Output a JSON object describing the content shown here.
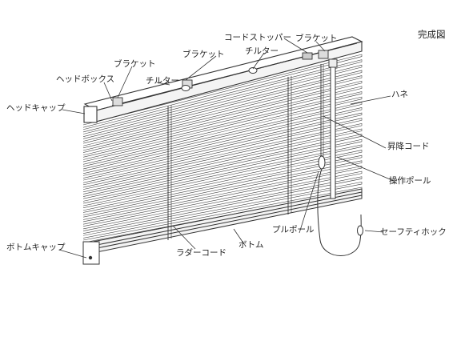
{
  "title": "完成図",
  "labels": {
    "cord_stopper": "コードストッパー",
    "bracket_top": "ブラケット",
    "bracket_mid": "ブラケット",
    "bracket_left": "ブラケット",
    "tilter_right": "チルター",
    "tilter_left": "チルター",
    "head_box": "ヘッドボックス",
    "head_cap": "ヘッドキャップ",
    "slat": "ハネ",
    "lift_cord": "昇降コード",
    "operating_pole": "操作ポール",
    "pull_pole": "プルポール",
    "safety_hook": "セーフティホック",
    "ladder_cord": "ラダーコード",
    "bottom": "ボトム",
    "bottom_cap": "ボトムキャップ"
  }
}
